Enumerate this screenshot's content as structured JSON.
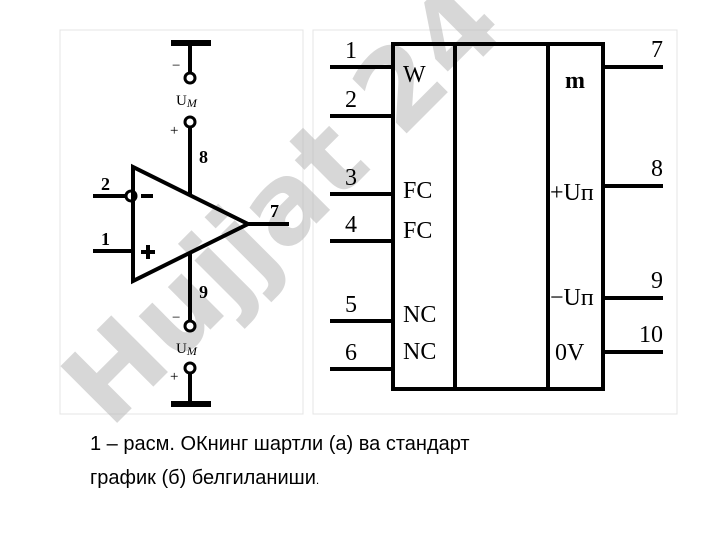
{
  "figure_a": {
    "pins": {
      "p1": "1",
      "p2": "2",
      "p7": "7",
      "p8": "8",
      "p9": "9"
    },
    "supply_label": "U",
    "supply_sub": "M",
    "minus": "−",
    "plus": "+"
  },
  "figure_b": {
    "left_pins": [
      "1",
      "2",
      "3",
      "4",
      "5",
      "6"
    ],
    "left_labels": [
      "W",
      "FC",
      "FC",
      "NC",
      "NC"
    ],
    "right_pins": [
      "7",
      "8",
      "9",
      "10"
    ],
    "right_labels": [
      "m",
      "+Uп",
      "−Uп",
      "0V"
    ]
  },
  "watermark": "Hujjat 24",
  "caption": {
    "line1": "1 – расм. ОКнинг шартли (а) ва стандарт",
    "line2": "график (б) белгиланиши",
    "end": "."
  }
}
